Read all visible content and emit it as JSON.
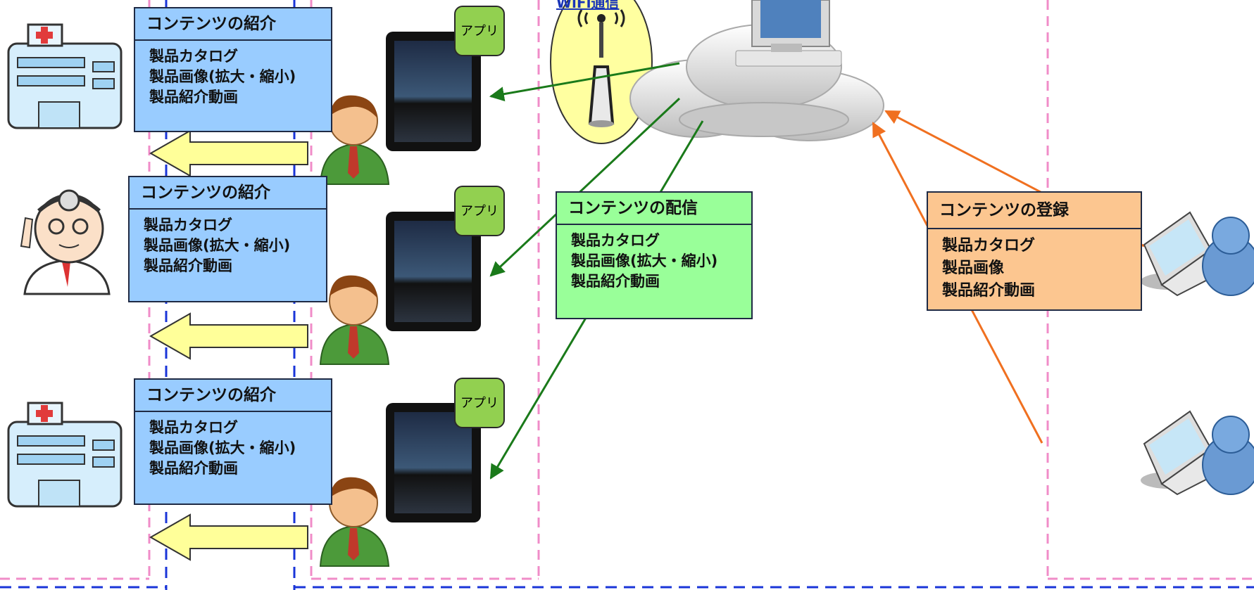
{
  "wifi": {
    "label": "WiFi通信"
  },
  "clients": [
    {
      "title": "コンテンツの紹介",
      "items": [
        "製品カタログ",
        "製品画像(拡大・縮小)",
        "製品紹介動画"
      ],
      "icon": "hospital-icon",
      "app_label": "アプリ"
    },
    {
      "title": "コンテンツの紹介",
      "items": [
        "製品カタログ",
        "製品画像(拡大・縮小)",
        "製品紹介動画"
      ],
      "icon": "doctor-icon",
      "app_label": "アプリ"
    },
    {
      "title": "コンテンツの紹介",
      "items": [
        "製品カタログ",
        "製品画像(拡大・縮小)",
        "製品紹介動画"
      ],
      "icon": "hospital-icon",
      "app_label": "アプリ"
    }
  ],
  "delivery": {
    "title": "コンテンツの配信",
    "items": [
      "製品カタログ",
      "製品画像(拡大・縮小)",
      "製品紹介動画"
    ]
  },
  "registration": {
    "title": "コンテンツの登録",
    "items": [
      "製品カタログ",
      "製品画像",
      "製品紹介動画"
    ]
  },
  "colors": {
    "intro_box": "#99ccff",
    "delivery_box": "#99ff99",
    "registration_box": "#fcc690",
    "delivery_arrow": "#1a7a1a",
    "registration_arrow": "#f07020",
    "region_border_pink": "#f08cc8",
    "region_border_blue": "#1a35d8"
  }
}
